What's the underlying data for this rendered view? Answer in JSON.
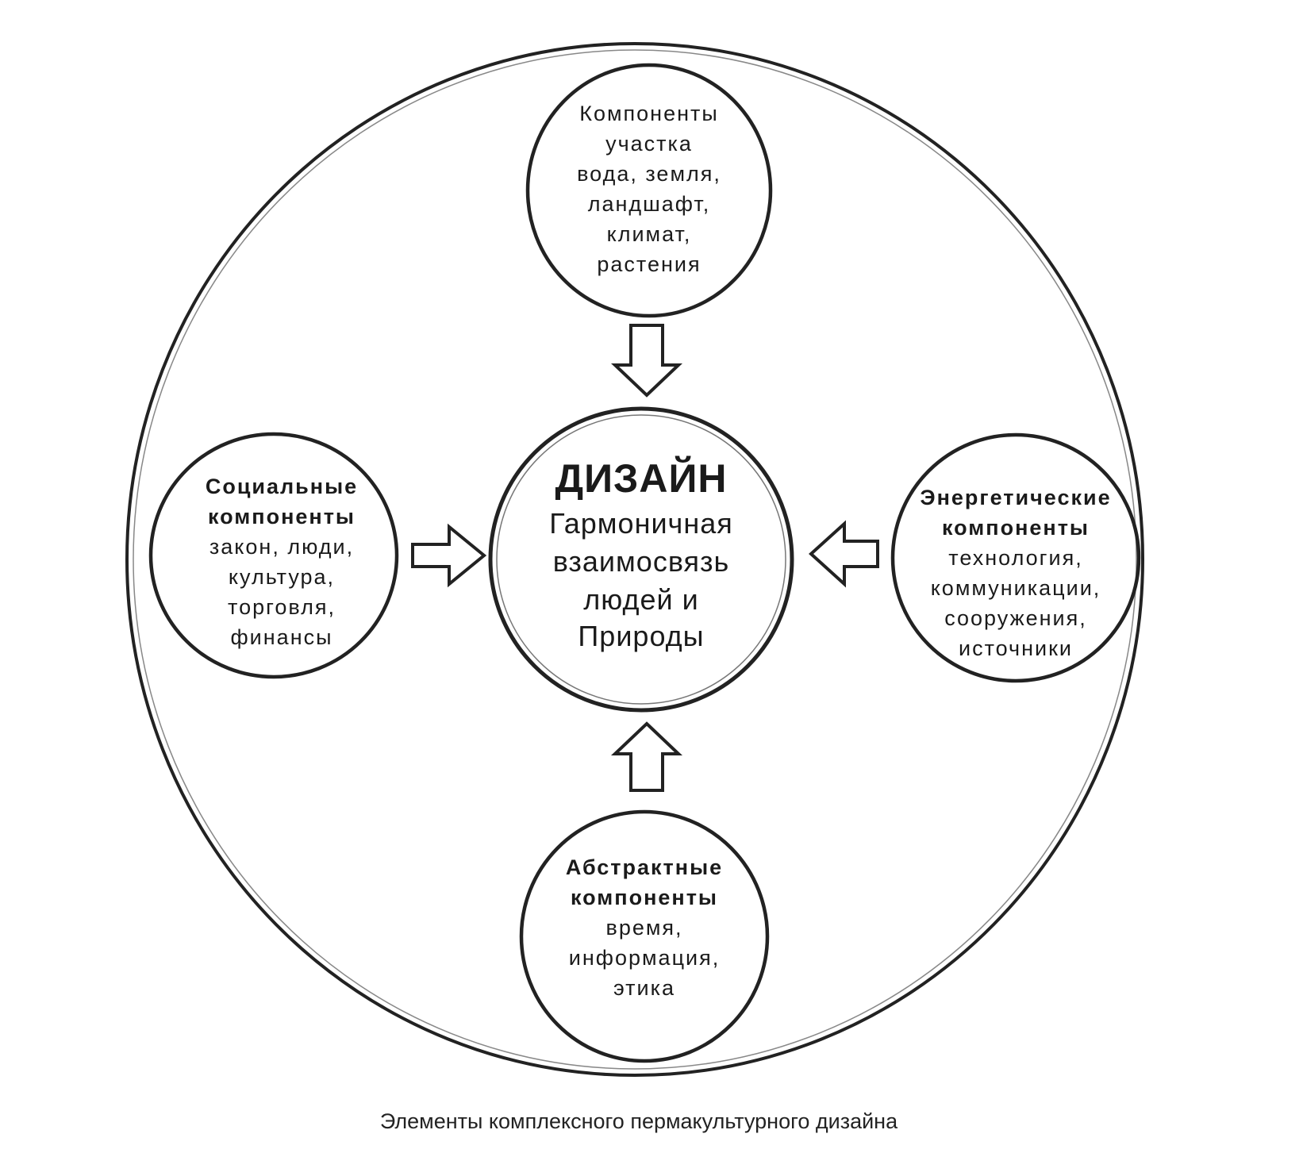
{
  "center": {
    "title": "ДИЗАЙН",
    "lines": [
      "Гармоничная",
      "взаимосвязь",
      "людей и",
      "Природы"
    ]
  },
  "nodes": {
    "top": {
      "title_lines": [],
      "body_lines": [
        "Компоненты",
        "участка",
        "вода, земля,",
        "ландшафт,",
        "климат,",
        "растения"
      ]
    },
    "left": {
      "title_lines": [
        "Социальные",
        "компоненты"
      ],
      "body_lines": [
        "закон, люди,",
        "культура,",
        "торговля,",
        "финансы"
      ]
    },
    "right": {
      "title_lines": [
        "Энергетические",
        "компоненты"
      ],
      "body_lines": [
        "технология,",
        "коммуникации,",
        "сооружения,",
        "источники"
      ]
    },
    "bottom": {
      "title_lines": [
        "Абстрактные",
        "компоненты"
      ],
      "body_lines": [
        "время,",
        "информация,",
        "этика"
      ]
    }
  },
  "caption": "Элементы комплексного пермакультурного дизайна"
}
